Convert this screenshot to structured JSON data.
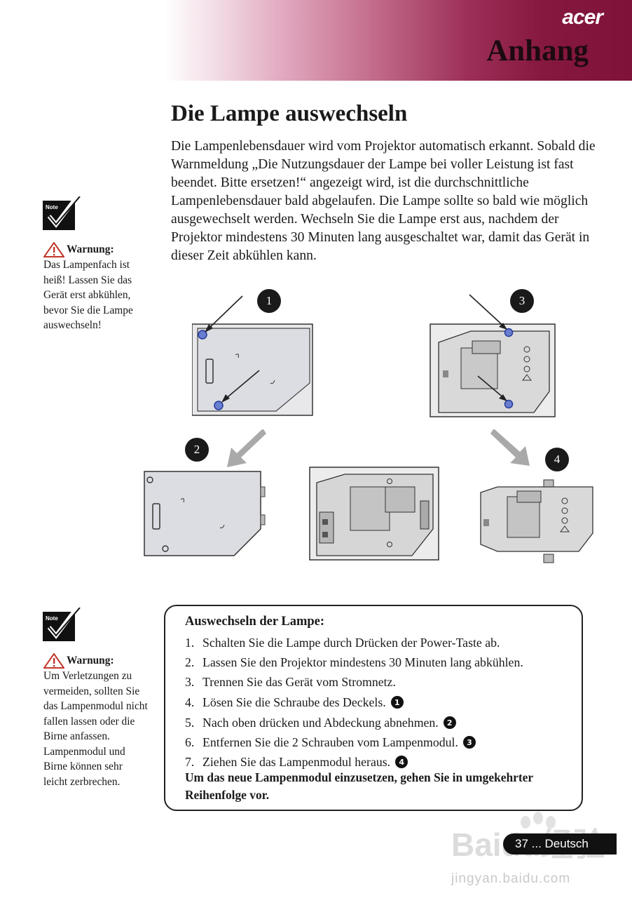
{
  "header": {
    "brand": "acer",
    "section": "Anhang"
  },
  "page_title": "Die Lampe auswechseln",
  "intro_text": "Die Lampenlebensdauer wird vom Projektor automatisch erkannt. Sobald die Warnmeldung „Die Nutzungsdauer der Lampe bei voller Leistung ist fast beendet. Bitte ersetzen!“ angezeigt wird, ist die durchschnittliche Lampenlebensdauer bald abgelaufen. Die Lampe sollte so bald wie möglich ausgewechselt werden. Wechseln Sie die Lampe erst aus, nachdem der Projektor mindestens 30 Minuten lang ausgeschaltet war, damit das Gerät in dieser Zeit abkühlen kann.",
  "note_icon_label": "Note",
  "warnings": [
    {
      "title": "Warnung:",
      "text": "Das Lampenfach ist heiß! Lassen Sie das Gerät erst abkühlen, bevor Sie die Lampe auswechseln!"
    },
    {
      "title": "Warnung:",
      "text": "Um Verletzungen zu vermeiden, sollten Sie das Lampenmodul nicht fallen lassen oder die Birne anfassen. Lampenmodul und Birne können sehr leicht zerbrechen."
    }
  ],
  "step_markers": [
    "1",
    "2",
    "3",
    "4"
  ],
  "instructions": {
    "title": "Auswechseln der Lampe:",
    "steps": [
      {
        "num": "1.",
        "text": "Schalten Sie die Lampe durch Drücken der Power-Taste ab.",
        "ref": ""
      },
      {
        "num": "2.",
        "text": "Lassen Sie den Projektor mindestens 30 Minuten lang abkühlen.",
        "ref": ""
      },
      {
        "num": "3.",
        "text": "Trennen Sie das Gerät vom Stromnetz.",
        "ref": ""
      },
      {
        "num": "4.",
        "text": "Lösen Sie die Schraube des Deckels.",
        "ref": "1"
      },
      {
        "num": "5.",
        "text": "Nach oben drücken und Abdeckung abnehmen.",
        "ref": "2"
      },
      {
        "num": "6.",
        "text": "Entfernen Sie die 2 Schrauben vom Lampenmodul.",
        "ref": "3"
      },
      {
        "num": "7.",
        "text": "Ziehen Sie das Lampenmodul heraus.",
        "ref": "4"
      }
    ],
    "footer": "Um das neue Lampenmodul einzusetzen, gehen Sie in umgekehrter Reihenfolge vor."
  },
  "footer": {
    "page_label": "37 ... Deutsch"
  },
  "watermark": {
    "logo_text": "Baidu经验",
    "url": "jingyan.baidu.com"
  }
}
